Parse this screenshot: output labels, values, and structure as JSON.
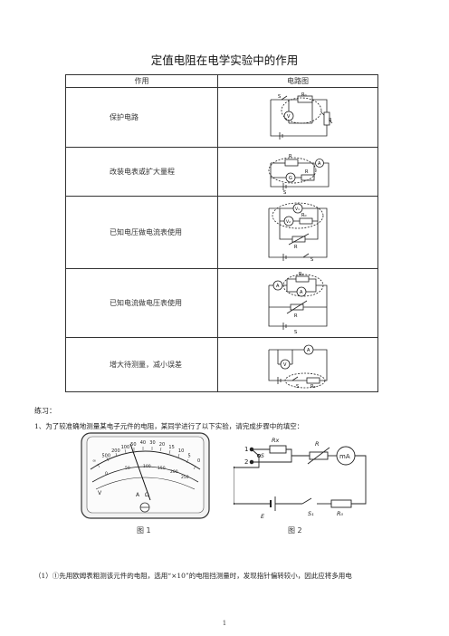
{
  "title": "定值电阻在电学实验中的作用",
  "table": {
    "headers": [
      "作用",
      "电路图"
    ],
    "rows": [
      {
        "role": "保护电路",
        "labels": [
          "S",
          "R₀",
          "V",
          "R"
        ]
      },
      {
        "role": "改装电表或扩大量程",
        "labels": [
          "R",
          "A",
          "G",
          "R",
          "S"
        ]
      },
      {
        "role": "已知电压做电流表使用",
        "labels": [
          "V₁",
          "V₂",
          "R₀",
          "R",
          "S"
        ]
      },
      {
        "role": "已知电流做电压表使用",
        "labels": [
          "A",
          "R₀",
          "A",
          "R",
          "S"
        ]
      },
      {
        "role": "增大待测量，减小误差",
        "labels": [
          "A",
          "V",
          "S",
          "R₀"
        ]
      }
    ]
  },
  "exercise_heading": "练习：",
  "question": "1、为了较准确地测量某电子元件的电阻，某同学进行了以下实验，请完成步骤中的填空：",
  "meter": {
    "scale_top": [
      "∞",
      "500",
      "200",
      "100",
      "50",
      "40",
      "30",
      "20",
      "15",
      "10",
      "5",
      "0"
    ],
    "scale_right": [
      "250",
      "200",
      "150",
      "100",
      "50",
      "0"
    ],
    "bottom_labels": [
      "V",
      "A",
      "Ω"
    ]
  },
  "circuit": {
    "labels": [
      "1",
      "2",
      "S",
      "Rx",
      "R",
      "mA",
      "E",
      "S₁",
      "R₀"
    ]
  },
  "fig1": "图 1",
  "fig2": "图 2",
  "step1": "（1）①先用欧姆表粗测该元件的电阻，选用“×10”的电阻挡测量时，发现指针偏转较小，因此应将多用电",
  "page_number": "1"
}
